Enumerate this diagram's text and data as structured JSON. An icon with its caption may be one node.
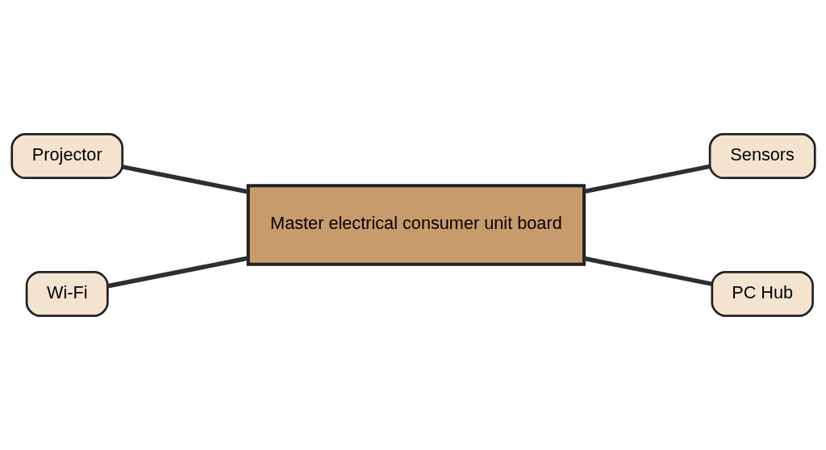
{
  "diagram": {
    "nodes": [
      {
        "text": [
          "Projector"
        ]
      },
      {
        "text": [
          "Sensors"
        ]
      },
      {
        "text": [
          "Master electrical consumer unit board"
        ]
      },
      {
        "text": [
          "Wi-Fi"
        ]
      },
      {
        "text": [
          "PC Hub"
        ]
      }
    ],
    "edges": [
      {
        "from": 0,
        "to": 2,
        "arrow": "none"
      },
      {
        "from": 2,
        "to": 1,
        "arrow": "none"
      },
      {
        "from": 3,
        "to": 2,
        "arrow": "none"
      },
      {
        "from": 2,
        "to": 4,
        "arrow": "none"
      }
    ]
  }
}
